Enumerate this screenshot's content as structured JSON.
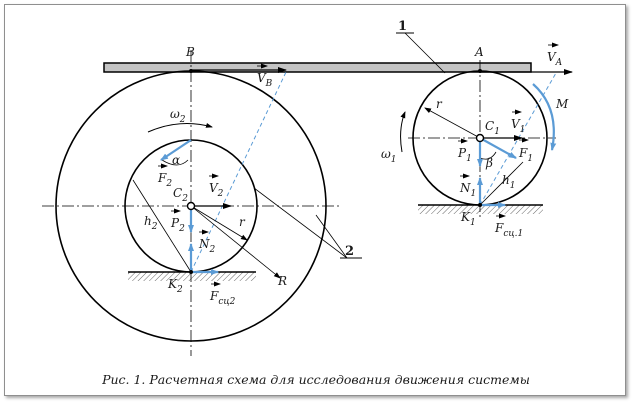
{
  "labels": {
    "B": "B",
    "A": "A",
    "V": "V",
    "VB_sub": "B",
    "VA_sub": "A",
    "omega": "ω",
    "omega2_sub": "2",
    "omega1_sub": "1",
    "F": "F",
    "F2_sub": "2",
    "F1_sub": "1",
    "alpha": "α",
    "beta": "β",
    "C": "C",
    "C2_sub": "2",
    "C1_sub": "1",
    "V2_sub": "2",
    "V1_sub": "1",
    "h": "h",
    "h2_sub": "2",
    "h1_sub": "1",
    "P": "P",
    "P2_sub": "2",
    "P1_sub": "1",
    "N": "N",
    "N2_sub": "2",
    "N1_sub": "1",
    "r_big": "r",
    "r_small": "r",
    "R": "R",
    "K": "K",
    "K2_sub": "2",
    "K1_sub": "1",
    "Fsc2_sub": "сц2",
    "Fsc1_sub": "сц.1",
    "M": "M",
    "num1": "1",
    "num2": "2"
  },
  "caption": "Рис. 1. Расчетная схема для исследования движения системы",
  "colors": {
    "accent": "#5b9bd5",
    "line": "#000000",
    "beam": "#c4c4c4"
  }
}
